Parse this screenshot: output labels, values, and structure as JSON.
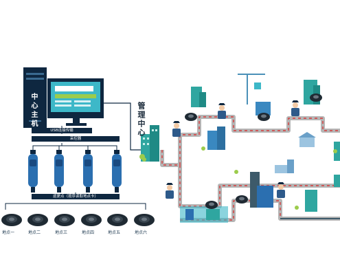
{
  "host_label": "中心主机",
  "usb_label": "USB连接传输",
  "collector_label": "采控器",
  "patrol_bar_label": "巡更点（按序读取地点卡）",
  "center_label": "管理中心",
  "points": [
    "地点一",
    "地点二",
    "地点三",
    "地点四",
    "地点五",
    "地点六"
  ],
  "colors": {
    "navy": "#0e2740",
    "monitor_screen": "#3db8c8",
    "green_block": "#9ccc4c",
    "route_red": "#d83a3a",
    "road_gray": "#b5b5b5",
    "wand_blue": "#2b6fb0",
    "building_teal": "#2fa6a0"
  }
}
